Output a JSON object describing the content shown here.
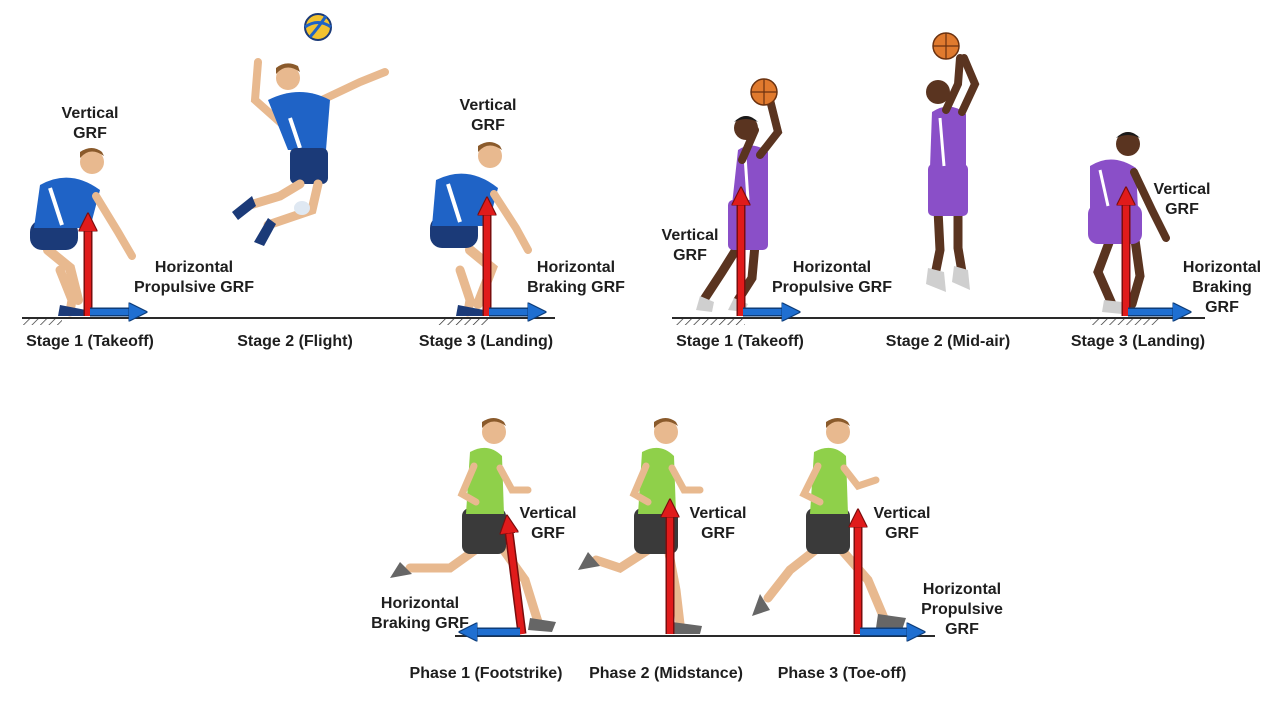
{
  "panels": {
    "volleyball": {
      "stage1": {
        "vertical_label": "Vertical\nGRF",
        "horizontal_label": "Horizontal\nPropulsive GRF",
        "caption": "Stage 1 (Takeoff)"
      },
      "stage2": {
        "caption": "Stage 2 (Flight)"
      },
      "stage3": {
        "vertical_label": "Vertical\nGRF",
        "horizontal_label": "Horizontal\nBraking GRF",
        "caption": "Stage 3 (Landing)"
      }
    },
    "basketball": {
      "stage1": {
        "vertical_label": "Vertical\nGRF",
        "horizontal_label": "Horizontal\nPropulsive GRF",
        "caption": "Stage 1 (Takeoff)"
      },
      "stage2": {
        "caption": "Stage 2 (Mid-air)"
      },
      "stage3": {
        "vertical_label": "Vertical\nGRF",
        "horizontal_label": "Horizontal\nBraking GRF",
        "caption": "Stage 3 (Landing)"
      }
    },
    "running": {
      "phase1": {
        "vertical_label": "Vertical\nGRF",
        "horizontal_label": "Horizontal\nBraking GRF",
        "caption": "Phase 1 (Footstrike)"
      },
      "phase2": {
        "vertical_label": "Vertical\nGRF",
        "caption": "Phase 2 (Midstance)"
      },
      "phase3": {
        "vertical_label": "Vertical\nGRF",
        "horizontal_label": "Horizontal\nPropulsive\nGRF",
        "caption": "Phase 3 (Toe-off)"
      }
    }
  },
  "colors": {
    "vertical_arrow": "#e01b1b",
    "horizontal_arrow": "#1f6fd1",
    "volleyball_jersey": "#1f63c6",
    "volleyball_shorts": "#1b3a78",
    "basketball_jersey": "#8a4fc8",
    "runner_singlet": "#8fd04a",
    "runner_shorts": "#3a3a3a",
    "skin_light": "#e8b98f",
    "skin_dark": "#5a3420",
    "ground": "#2a2a2a"
  },
  "icons": {
    "volleyball": "volleyball-icon",
    "basketball": "basketball-icon"
  }
}
